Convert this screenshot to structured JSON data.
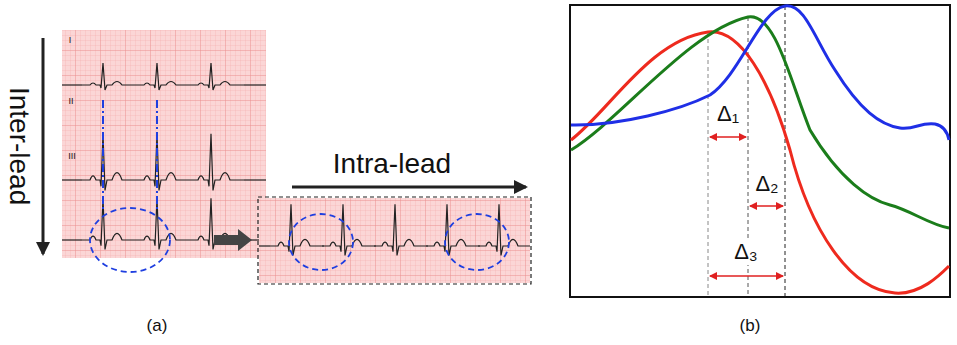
{
  "diagram": {
    "labels": [
      "Inter-lead",
      "I",
      "II",
      "III",
      "Intra-lead",
      "(a)",
      "Δ₁",
      "Δ₂",
      "Δ₃",
      "(b)"
    ]
  }
}
